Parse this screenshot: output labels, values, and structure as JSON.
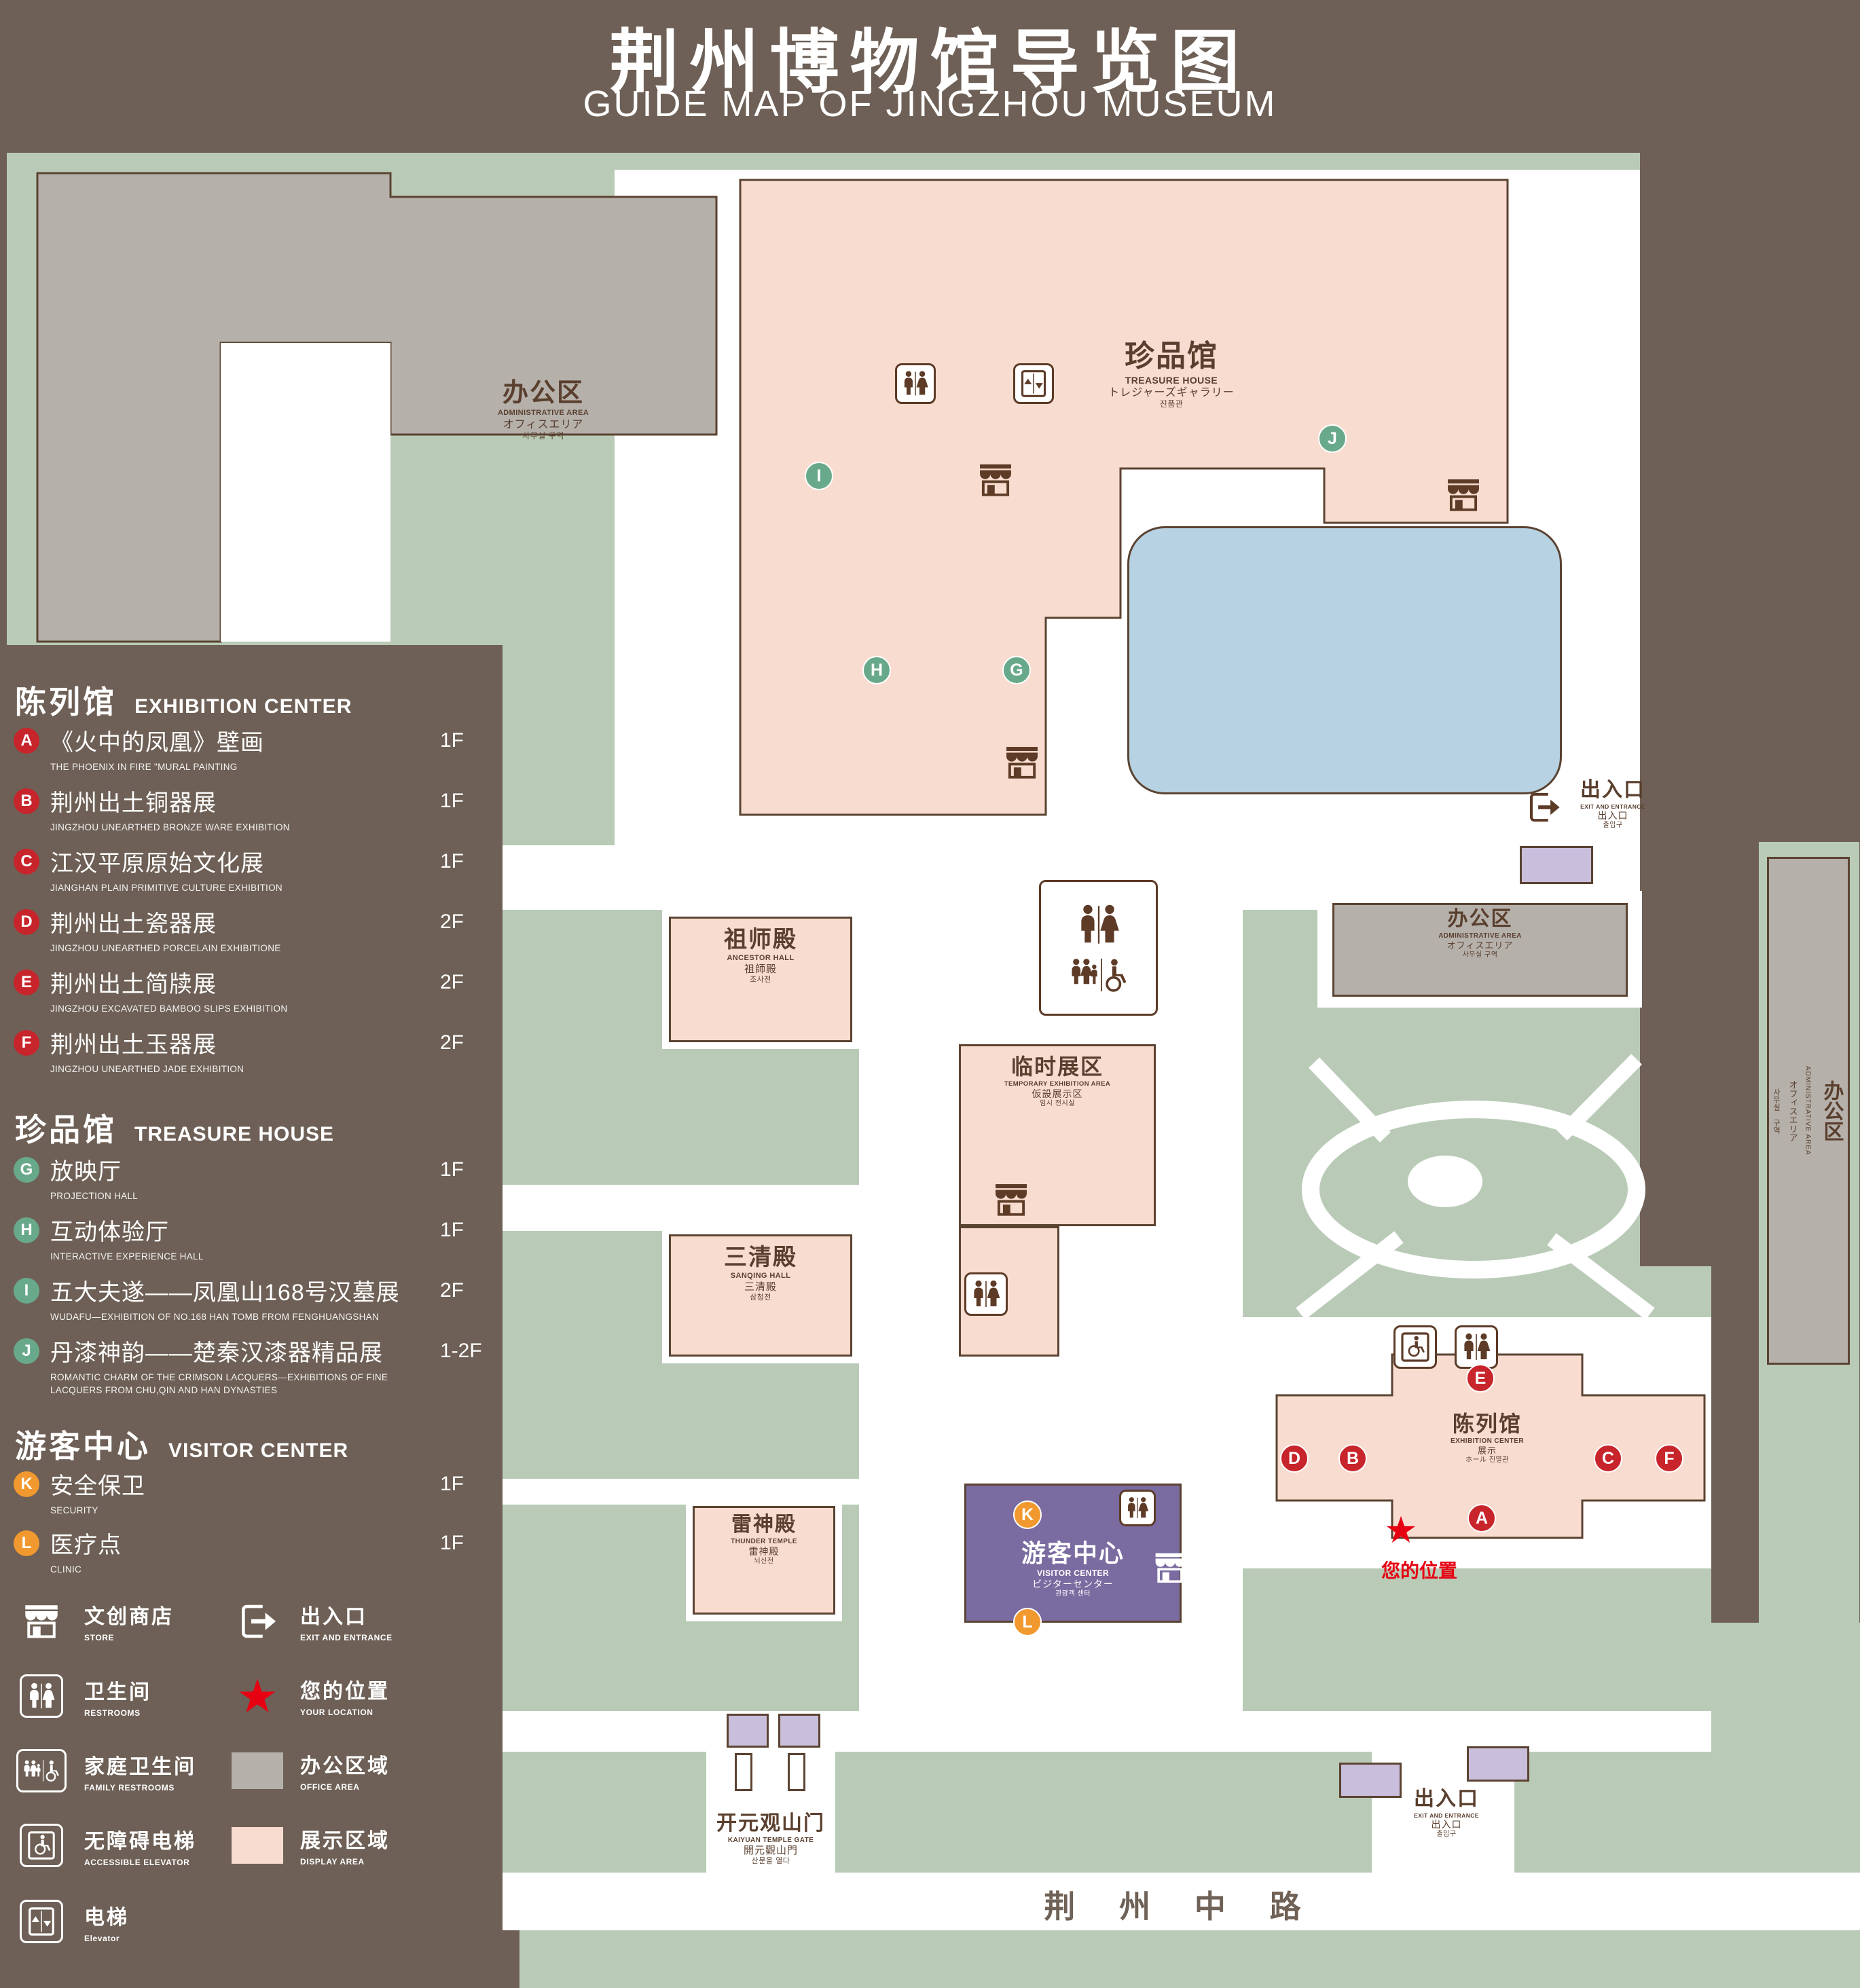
{
  "title": {
    "zh": "荆州博物馆导览图",
    "en": "GUIDE MAP OF JINGZHOU MUSEUM"
  },
  "legend": {
    "sections": [
      {
        "zh": "陈列馆",
        "en": "EXHIBITION CENTER",
        "items": [
          {
            "letter": "A",
            "zh": "《火中的凤凰》壁画",
            "en": "THE PHOENIX IN FIRE \"MURAL PAINTING",
            "floor": "1F"
          },
          {
            "letter": "B",
            "zh": "荆州出土铜器展",
            "en": "JINGZHOU UNEARTHED BRONZE WARE EXHIBITION",
            "floor": "1F"
          },
          {
            "letter": "C",
            "zh": "江汉平原原始文化展",
            "en": "JIANGHAN PLAIN PRIMITIVE CULTURE EXHIBITION",
            "floor": "1F"
          },
          {
            "letter": "D",
            "zh": "荆州出土瓷器展",
            "en": "JINGZHOU UNEARTHED PORCELAIN EXHIBITIONE",
            "floor": "2F"
          },
          {
            "letter": "E",
            "zh": "荆州出土简牍展",
            "en": "JINGZHOU EXCAVATED BAMBOO SLIPS EXHIBITION",
            "floor": "2F"
          },
          {
            "letter": "F",
            "zh": "荆州出土玉器展",
            "en": "JINGZHOU UNEARTHED JADE EXHIBITION",
            "floor": "2F"
          }
        ]
      },
      {
        "zh": "珍品馆",
        "en": "TREASURE HOUSE",
        "items": [
          {
            "letter": "G",
            "zh": "放映厅",
            "en": "PROJECTION HALL",
            "floor": "1F"
          },
          {
            "letter": "H",
            "zh": "互动体验厅",
            "en": "INTERACTIVE EXPERIENCE HALL",
            "floor": "1F"
          },
          {
            "letter": "I",
            "zh": "五大夫遂——凤凰山168号汉墓展",
            "en": "WUDAFU—EXHIBITION OF NO.168 HAN TOMB FROM FENGHUANGSHAN",
            "floor": "2F"
          },
          {
            "letter": "J",
            "zh": "丹漆神韵——楚秦汉漆器精品展",
            "en": "ROMANTIC CHARM OF THE CRIMSON LACQUERS—EXHIBITIONS OF FINE LACQUERS FROM CHU,QIN AND HAN DYNASTIES",
            "floor": "1-2F"
          }
        ]
      },
      {
        "zh": "游客中心",
        "en": "VISITOR CENTER",
        "items": [
          {
            "letter": "K",
            "zh": "安全保卫",
            "en": "SECURITY",
            "floor": "1F"
          },
          {
            "letter": "L",
            "zh": "医疗点",
            "en": "CLINIC",
            "floor": "1F"
          }
        ]
      }
    ],
    "symbols": [
      {
        "zh": "文创商店",
        "en": "STORE"
      },
      {
        "zh": "出入口",
        "en": "EXIT AND ENTRANCE"
      },
      {
        "zh": "卫生间",
        "en": "RESTROOMS"
      },
      {
        "zh": "您的位置",
        "en": "YOUR LOCATION"
      },
      {
        "zh": "家庭卫生间",
        "en": "FAMILY RESTROOMS"
      },
      {
        "zh": "办公区域",
        "en": "OFFICE AREA"
      },
      {
        "zh": "无障碍电梯",
        "en": "ACCESSIBLE ELEVATOR"
      },
      {
        "zh": "展示区域",
        "en": "DISPLAY AREA"
      },
      {
        "zh": "电梯",
        "en": "Elevator"
      }
    ]
  },
  "map": {
    "admin": {
      "zh": "办公区",
      "en": "ADMINISTRATIVE AREA",
      "ja": "オフィスエリア",
      "ko": "사무실 구역"
    },
    "treasure": {
      "zh": "珍品馆",
      "en": "TREASURE HOUSE",
      "ja": "トレジャーズギャラリー",
      "ko": "진품관"
    },
    "ancestor": {
      "zh": "祖师殿",
      "en": "ANCESTOR HALL",
      "zh2": "祖師殿",
      "ko": "조사전"
    },
    "temporary": {
      "zh": "临时展区",
      "en": "TEMPORARY EXHIBITION AREA",
      "zh2": "仮設展示区",
      "ko": "임시 전시실"
    },
    "sanqing": {
      "zh": "三清殿",
      "en": "SANQING HALL",
      "zh2": "三清殿",
      "ko": "삼청전"
    },
    "thunder": {
      "zh": "雷神殿",
      "en": "THUNDER TEMPLE",
      "zh2": "雷神殿",
      "ko": "뇌신전"
    },
    "visitor": {
      "zh": "游客中心",
      "en": "VISITOR CENTER",
      "ja": "ビジターセンター",
      "ko": "관광객 센터"
    },
    "exhibition": {
      "zh": "陈列馆",
      "en": "EXHIBITION CENTER",
      "zh2": "展示",
      "ko": "ホール 진열관"
    },
    "gate": {
      "zh": "开元观山门",
      "en": "KAIYUAN TEMPLE GATE",
      "zh2": "開元觀山門",
      "ko": "산문을 열다"
    },
    "exit": {
      "zh": "出入口",
      "en": "EXIT AND ENTRANCE",
      "zh2": "出入口",
      "ko": "출입구"
    },
    "your_location": "您的位置",
    "road": "荆 州 中 路"
  },
  "colors": {
    "background": "#6e6056",
    "lawn": "#b9cbb7",
    "path": "#ffffff",
    "display_area": "#f8dcd0",
    "office_area": "#b5b0aa",
    "water": "#b7d2e2",
    "visitor_center": "#7a6ba0",
    "entrance_pad": "#c9bedb",
    "marker_red": "#c8242b",
    "marker_green": "#69a98b",
    "marker_orange": "#f1992f",
    "icon_brown": "#5d3b27",
    "location_red": "#e60012"
  }
}
